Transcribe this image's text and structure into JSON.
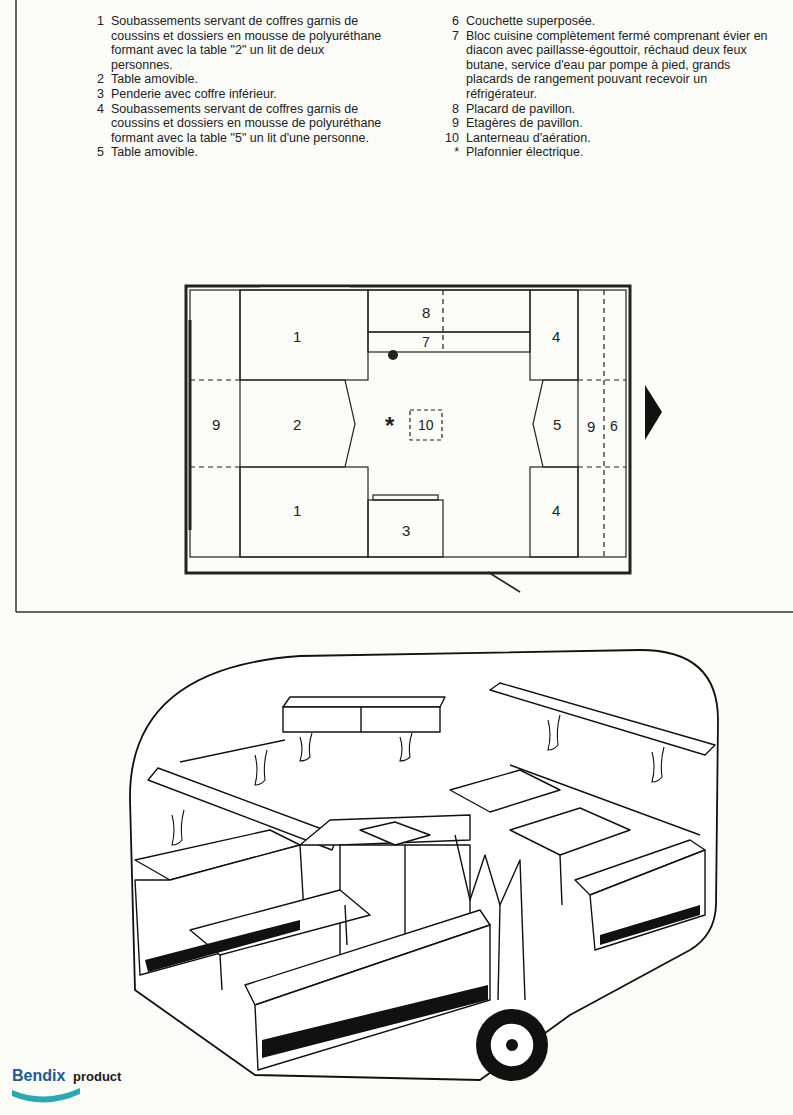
{
  "diagram": {
    "labels": [
      "1",
      "Soubassements servant de coffres garnis de coussins et dossiers en mousse de polyuréthane formant avec la table \"2\" un lit de deux personnes.",
      "2",
      "Table amovible.",
      "3",
      "Penderie avec coffre inférieur.",
      "4",
      "Soubassements servant de coffres garnis de coussins et dossiers en mousse de polyuréthane formant avec la table \"5\" un lit d'une personne.",
      "5",
      "Table amovible.",
      "6",
      "Couchette superposée.",
      "7",
      "Bloc cuisine complètement fermé comprenant évier en diacon avec paillasse-égouttoir, réchaud deux feux butane, service d'eau par pompe à pied, grands placards de rangement pouvant recevoir un réfrigérateur.",
      "8",
      "Placard de pavillon.",
      "9",
      "Etagères de pavillon.",
      "10",
      "Lanterneau d'aération.",
      "*",
      "Plafonnier électrique.",
      "1",
      "8",
      "7",
      "4",
      "9",
      "2",
      "*",
      "10",
      "5",
      "9",
      "6",
      "1",
      "3",
      "4",
      "Bendix",
      "product"
    ]
  }
}
